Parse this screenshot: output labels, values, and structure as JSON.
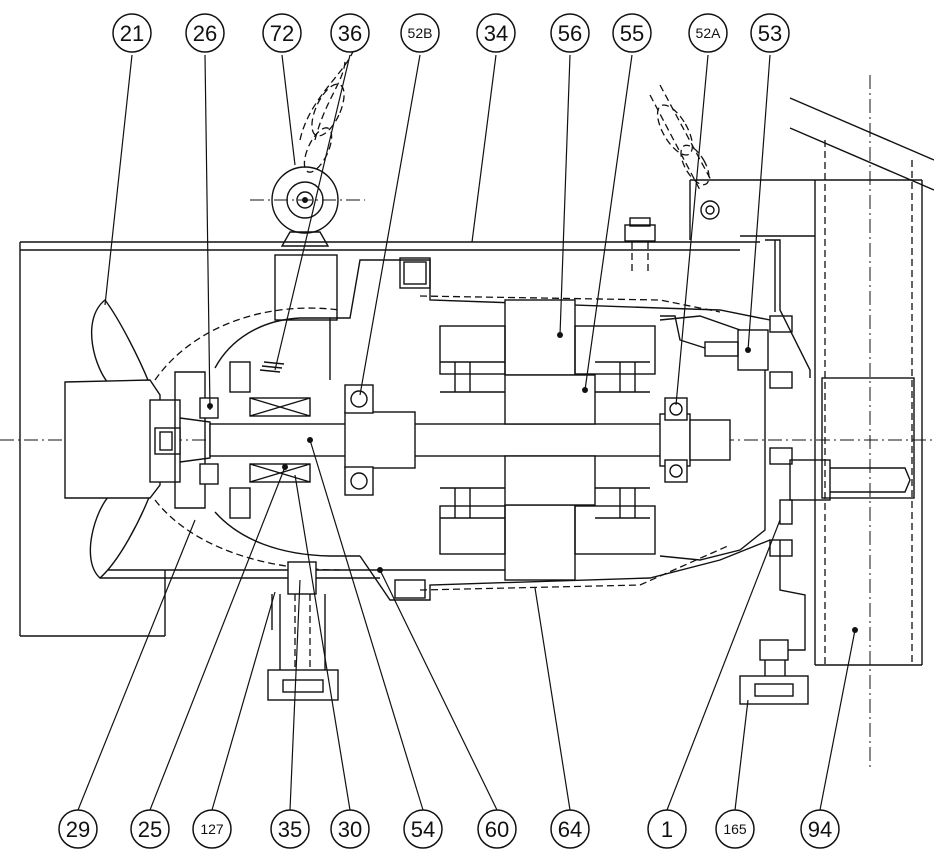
{
  "callouts_top": [
    "21",
    "26",
    "72",
    "36",
    "52B",
    "34",
    "56",
    "55",
    "52A",
    "53"
  ],
  "callouts_bottom": [
    "29",
    "25",
    "127",
    "35",
    "30",
    "54",
    "60",
    "64",
    "1",
    "165",
    "94"
  ]
}
